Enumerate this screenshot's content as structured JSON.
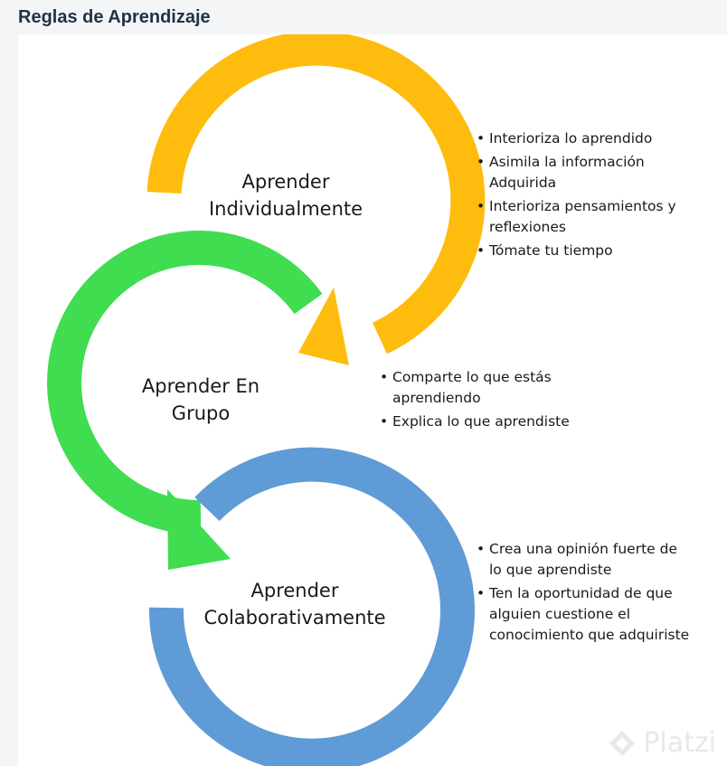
{
  "header": {
    "title": "Reglas de Aprendizaje"
  },
  "diagram": {
    "stages": [
      {
        "title_lines": [
          "Aprender",
          "Individualmente"
        ],
        "color": "#fdbc0e",
        "bullets": [
          "Interioriza lo aprendido",
          "Asimila la información Adquirida",
          "Interioriza pensamientos y reflexiones",
          "Tómate tu tiempo"
        ]
      },
      {
        "title_lines": [
          "Aprender En",
          "Grupo"
        ],
        "color": "#3fdd4f",
        "bullets": [
          "Comparte lo que estás aprendiendo",
          "Explica lo que aprendiste"
        ]
      },
      {
        "title_lines": [
          "Aprender",
          "Colaborativamente"
        ],
        "color": "#5f9bd6",
        "bullets": [
          "Crea una opinión fuerte de lo que aprendiste",
          "Ten la oportunidad de que alguien cuestione el conocimiento que adquiriste"
        ]
      }
    ]
  },
  "watermark": {
    "text": "Platzi",
    "icon": "platzi-logo-icon"
  }
}
